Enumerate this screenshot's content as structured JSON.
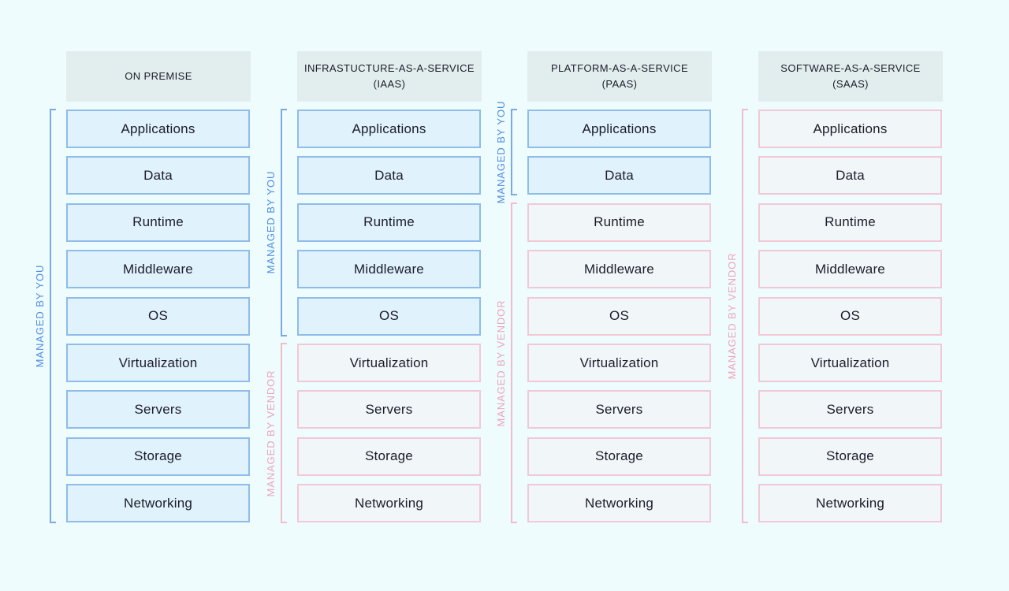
{
  "columns": [
    {
      "header_line1": "ON PREMISE",
      "header_line2": "",
      "items": [
        "Applications",
        "Data",
        "Runtime",
        "Middleware",
        "OS",
        "Virtualization",
        "Servers",
        "Storage",
        "Networking"
      ],
      "managed_by_you_count": 9,
      "you_label": "MANAGED BY YOU",
      "vendor_label": ""
    },
    {
      "header_line1": "INFRASTUCTURE-AS-A-SERVICE",
      "header_line2": "(IAAS)",
      "items": [
        "Applications",
        "Data",
        "Runtime",
        "Middleware",
        "OS",
        "Virtualization",
        "Servers",
        "Storage",
        "Networking"
      ],
      "managed_by_you_count": 5,
      "you_label": "MANAGED BY YOU",
      "vendor_label": "MANAGED BY VENDOR"
    },
    {
      "header_line1": "PLATFORM-AS-A-SERVICE",
      "header_line2": "(PAAS)",
      "items": [
        "Applications",
        "Data",
        "Runtime",
        "Middleware",
        "OS",
        "Virtualization",
        "Servers",
        "Storage",
        "Networking"
      ],
      "managed_by_you_count": 2,
      "you_label": "MANAGED BY YOU",
      "vendor_label": "MANAGED BY VENDOR"
    },
    {
      "header_line1": "SOFTWARE-AS-A-SERVICE",
      "header_line2": "(SAAS)",
      "items": [
        "Applications",
        "Data",
        "Runtime",
        "Middleware",
        "OS",
        "Virtualization",
        "Servers",
        "Storage",
        "Networking"
      ],
      "managed_by_you_count": 0,
      "you_label": "",
      "vendor_label": "MANAGED BY VENDOR"
    }
  ],
  "colors": {
    "background": "#eefcfd",
    "header_bg": "#e2eeee",
    "you_fill": "#e0f2fb",
    "you_border": "#8fbcea",
    "you_text": "#4f8ce6",
    "vendor_fill": "#f1f6f9",
    "vendor_border": "#f3c8d6",
    "vendor_text": "#f0a3b9"
  }
}
